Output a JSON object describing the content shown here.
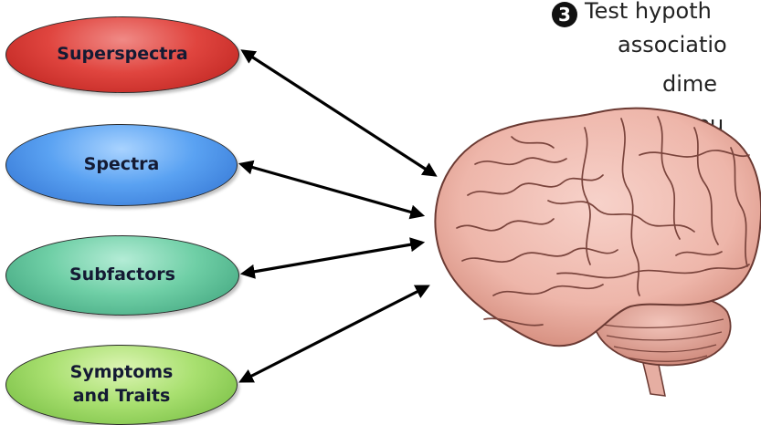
{
  "nodes": [
    {
      "id": "superspectra",
      "label": "Superspectra",
      "color": "#d93a34"
    },
    {
      "id": "spectra",
      "label": "Spectra",
      "color": "#4a92ea"
    },
    {
      "id": "subfactors",
      "label": "Subfactors",
      "color": "#55c193"
    },
    {
      "id": "symptoms",
      "label": "Symptoms\nand Traits",
      "color": "#94d65a"
    }
  ],
  "step_text": {
    "number": "3",
    "lines": [
      "Test hypoth",
      "associatio",
      "dime",
      "neu"
    ]
  },
  "brain": {
    "icon": "brain-illustration",
    "color": "#efbcb2"
  }
}
